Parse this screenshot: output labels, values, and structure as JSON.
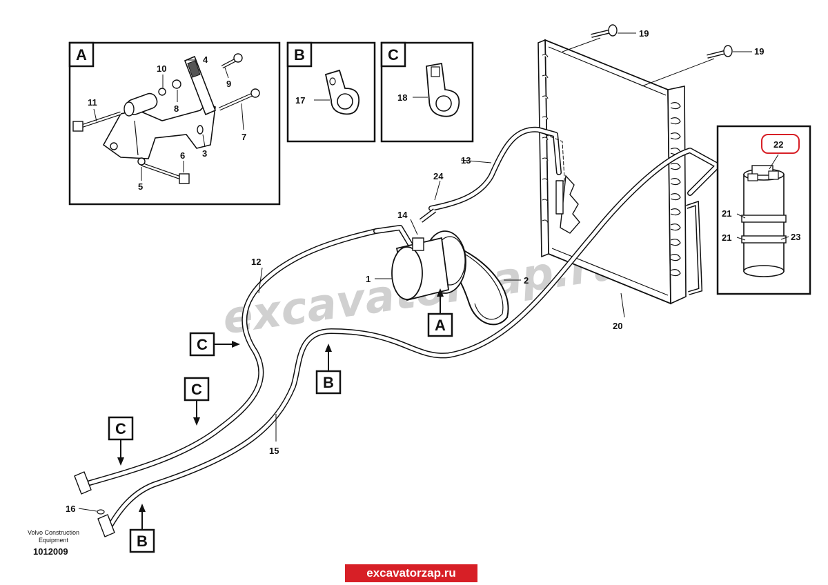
{
  "watermark": "excavatorzap.ru",
  "footer": {
    "maker_line1": "Volvo Construction",
    "maker_line2": "Equipment",
    "drawing_number": "1012009"
  },
  "site_banner": "excavatorzap.ru",
  "detail_boxes": {
    "a": "A",
    "b": "B",
    "c": "C"
  },
  "callout_letters": {
    "compressor_a": "A",
    "hose12_c": "C",
    "hose15_b": "B",
    "hose_lower_c1": "C",
    "hose_lower_c2": "C",
    "fitting_b": "B"
  },
  "part_numbers": {
    "p1": "1",
    "p2": "2",
    "p3": "3",
    "p4": "4",
    "p5": "5",
    "p6": "6",
    "p7": "7",
    "p8": "8",
    "p9": "9",
    "p10": "10",
    "p11": "11",
    "p12": "12",
    "p13": "13",
    "p14": "14",
    "p15": "15",
    "p16": "16",
    "p17": "17",
    "p18": "18",
    "p19a": "19",
    "p19b": "19",
    "p20": "20",
    "p21a": "21",
    "p21b": "21",
    "p22": "22",
    "p23": "23",
    "p24": "24"
  },
  "highlight_color": "#d71f26"
}
